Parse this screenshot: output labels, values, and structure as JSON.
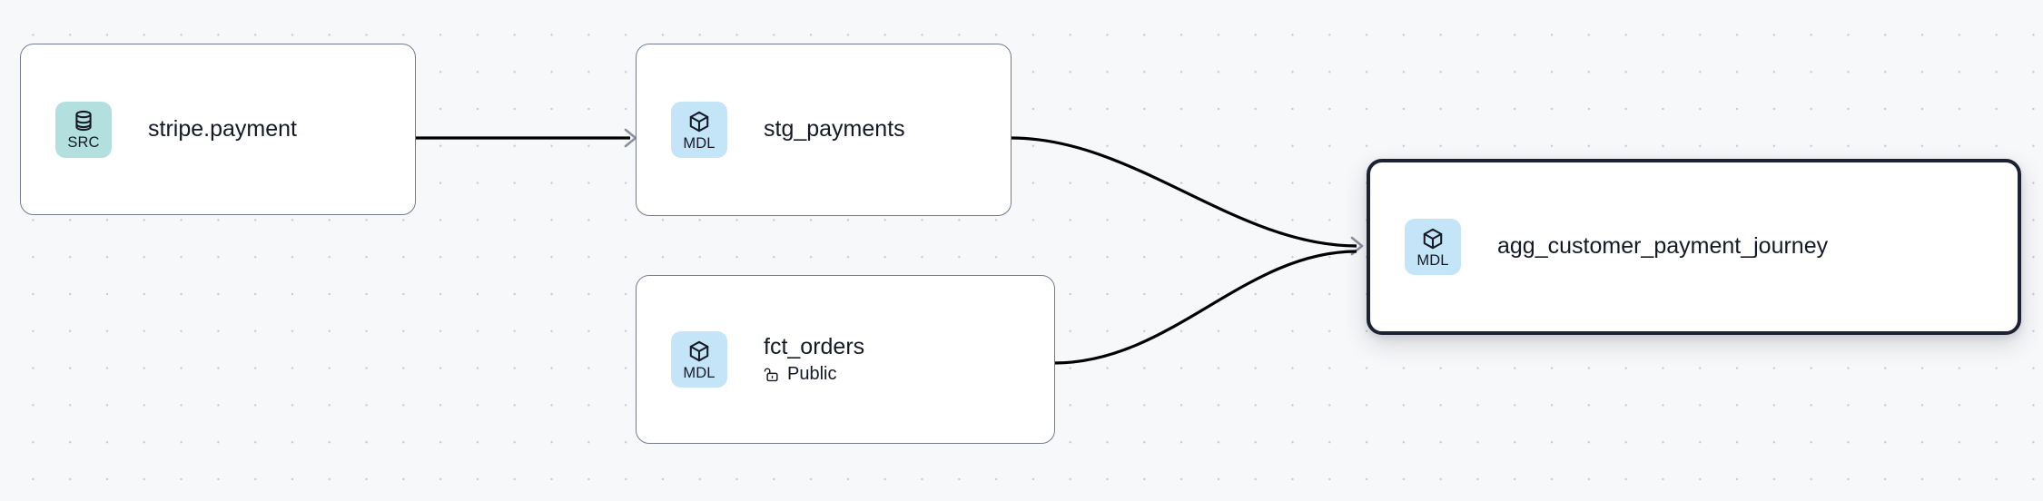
{
  "canvas": {
    "background_color": "#f7f8fa",
    "dot_color": "#c8cbd6",
    "edge_color": "#000000",
    "arrow_color": "#8b8f9e"
  },
  "nodes": [
    {
      "id": "stripe-payment",
      "badge_type": "SRC",
      "badge_icon": "database-icon",
      "badge_color": "#b3dfdf",
      "title": "stripe.payment",
      "subtitle": "",
      "subtitle_icon": "",
      "selected": false
    },
    {
      "id": "stg-payments",
      "badge_type": "MDL",
      "badge_icon": "cube-icon",
      "badge_color": "#c4e4f8",
      "title": "stg_payments",
      "subtitle": "",
      "subtitle_icon": "",
      "selected": false
    },
    {
      "id": "fct-orders",
      "badge_type": "MDL",
      "badge_icon": "cube-icon",
      "badge_color": "#c4e4f8",
      "title": "fct_orders",
      "subtitle": "Public",
      "subtitle_icon": "unlock-icon",
      "selected": false
    },
    {
      "id": "agg-customer-payment-journey",
      "badge_type": "MDL",
      "badge_icon": "cube-icon",
      "badge_color": "#c4e4f8",
      "title": "agg_customer_payment_journey",
      "subtitle": "",
      "subtitle_icon": "",
      "selected": true
    }
  ],
  "edges": [
    {
      "id": "edge-stripe-to-stg",
      "from": "stripe-payment",
      "to": "stg-payments",
      "style": "straight"
    },
    {
      "id": "edge-stg-to-agg",
      "from": "stg-payments",
      "to": "agg-customer-payment-journey",
      "style": "bezier"
    },
    {
      "id": "edge-fct-to-agg",
      "from": "fct-orders",
      "to": "agg-customer-payment-journey",
      "style": "bezier"
    }
  ]
}
